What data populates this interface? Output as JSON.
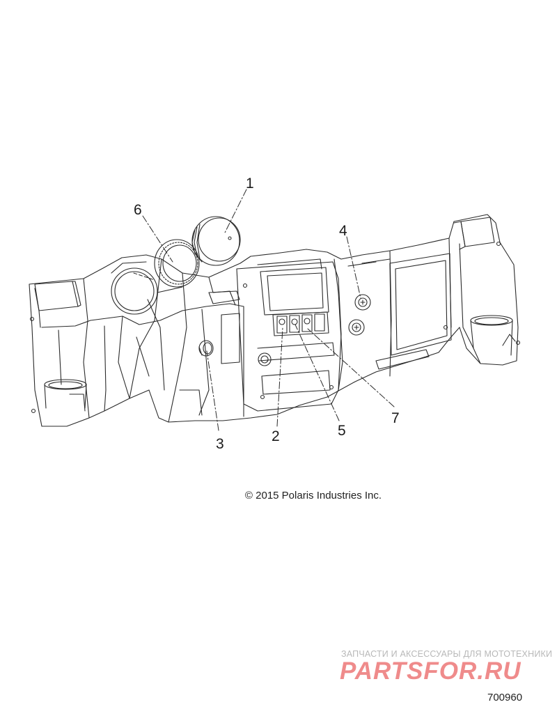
{
  "callouts": [
    "1",
    "2",
    "3",
    "4",
    "5",
    "6",
    "7"
  ],
  "copyright": "© 2015 Polaris Industries Inc.",
  "watermark": {
    "tagline": "ЗАПЧАСТИ И АКСЕССУАРЫ ДЛЯ МОТОТЕХНИКИ",
    "logo": "PARTSFOR.RU"
  },
  "drawing_number": "700960",
  "colors": {
    "line": "#2a2a2a",
    "watermark": "#ef8b8b"
  }
}
